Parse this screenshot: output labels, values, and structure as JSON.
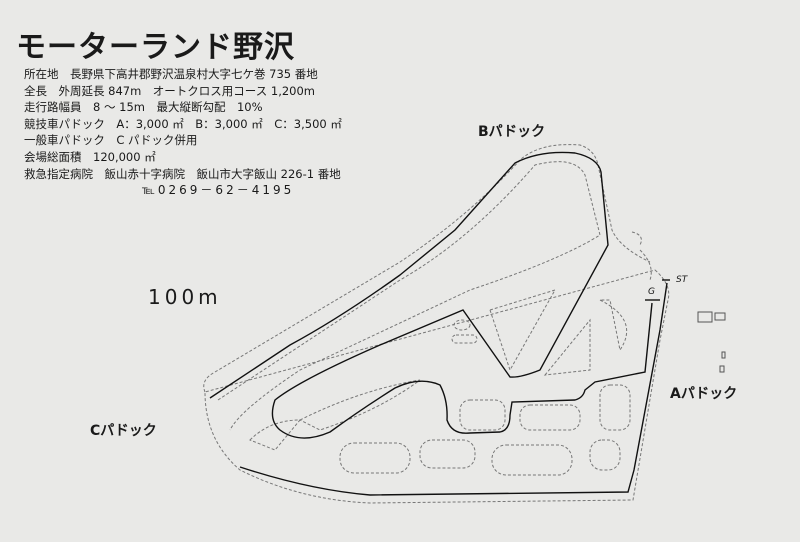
{
  "title": "モーターランド野沢",
  "info": [
    "所在地　長野県下高井郡野沢温泉村大字七ケ巻 735 番地",
    "全長　外周延長 847m　オートクロス用コース 1,200m",
    "走行路幅員　8 ～ 15m　最大縦断勾配　10%",
    "競技車パドック　A：3,000 ㎡　B：3,000 ㎡　C：3,500 ㎡",
    "一般車パドック　C パドック併用",
    "会場総面積　120,000 ㎡",
    "救急指定病院　飯山赤十字病院　飯山市大字飯山 226-1 番地"
  ],
  "tel": "℡0269－62－4195",
  "map": {
    "paddock_a": "Aパドック",
    "paddock_b": "Bパドック",
    "paddock_c": "Cパドック",
    "scale": "100m",
    "start_mark": "ST",
    "goal_mark": "G"
  }
}
